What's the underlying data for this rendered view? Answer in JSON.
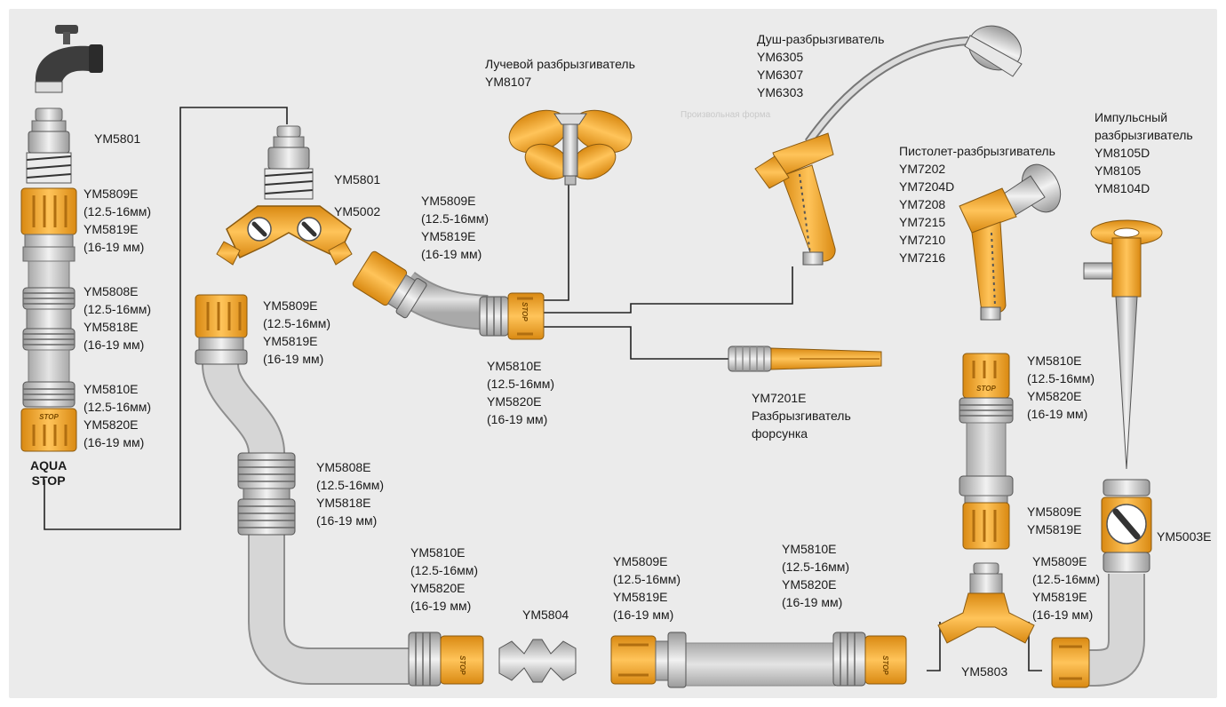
{
  "colors": {
    "background": "#ebebeb",
    "orange": "#f5a623",
    "orange_dark": "#c87a12",
    "hose": "#cfcfcf",
    "metal": "#d8d8d8",
    "line": "#222222"
  },
  "ghost_text": "Произвольная форма",
  "labels": {
    "tap_adapter": [
      "YM5801"
    ],
    "left_quick": [
      "YM5809E",
      "(12.5-16мм)",
      "YM5819E",
      "(16-19 мм)"
    ],
    "left_repair": [
      "YM5808E",
      "(12.5-16мм)",
      "YM5818E",
      "(16-19 мм)"
    ],
    "left_stop": [
      "YM5810E",
      "(12.5-16мм)",
      "YM5820E",
      "(16-19 мм)"
    ],
    "aqua_stop": [
      "AQUA",
      "STOP"
    ],
    "y_adapter": [
      "YM5801"
    ],
    "y_splitter": [
      "YM5002"
    ],
    "mid_quick": [
      "YM5809E",
      "(12.5-16мм)",
      "YM5819E",
      "(16-19 мм)"
    ],
    "hose_quick": [
      "YM5809E",
      "(12.5-16мм)",
      "YM5819E",
      "(16-19 мм)"
    ],
    "hose_repair": [
      "YM5808E",
      "(12.5-16мм)",
      "YM5818E",
      "(16-19 мм)"
    ],
    "ray_sprinkler": [
      "Лучевой разбрызгиватель",
      "YM8107"
    ],
    "center_stop": [
      "YM5810E",
      "(12.5-16мм)",
      "YM5820E",
      "(16-19 мм)"
    ],
    "shower": [
      "Душ-разбрызгиватель",
      "YM6305",
      "YM6307",
      "YM6303"
    ],
    "pistol": [
      "Пистолет-разбрызгиватель",
      "YM7202",
      "YM7204D",
      "YM7208",
      "YM7215",
      "YM7210",
      "YM7216"
    ],
    "impulse": [
      "Импульсный",
      "разбрызгиватель",
      "YM8105D",
      "YM8105",
      "YM8104D"
    ],
    "nozzle": [
      "YM7201E",
      "Разбрызгиватель",
      "форсунка"
    ],
    "right_stop": [
      "YM5810E",
      "(12.5-16мм)",
      "YM5820E",
      "(16-19 мм)"
    ],
    "right_quick": [
      "YM5809E",
      "YM5819E"
    ],
    "valve": [
      "YM5003E"
    ],
    "bottom_left_stop": [
      "YM5810E",
      "(12.5-16мм)",
      "YM5820E",
      "(16-19 мм)"
    ],
    "connector": [
      "YM5804"
    ],
    "bottom_quick": [
      "YM5809E",
      "(12.5-16мм)",
      "YM5819E",
      "(16-19 мм)"
    ],
    "bottom_right_stop": [
      "YM5810E",
      "(12.5-16мм)",
      "YM5820E",
      "(16-19 мм)"
    ],
    "three_way": [
      "YM5803"
    ],
    "right_bottom_quick": [
      "YM5809E",
      "(12.5-16мм)",
      "YM5819E",
      "(16-19 мм)"
    ]
  },
  "stop_text": "STOP"
}
